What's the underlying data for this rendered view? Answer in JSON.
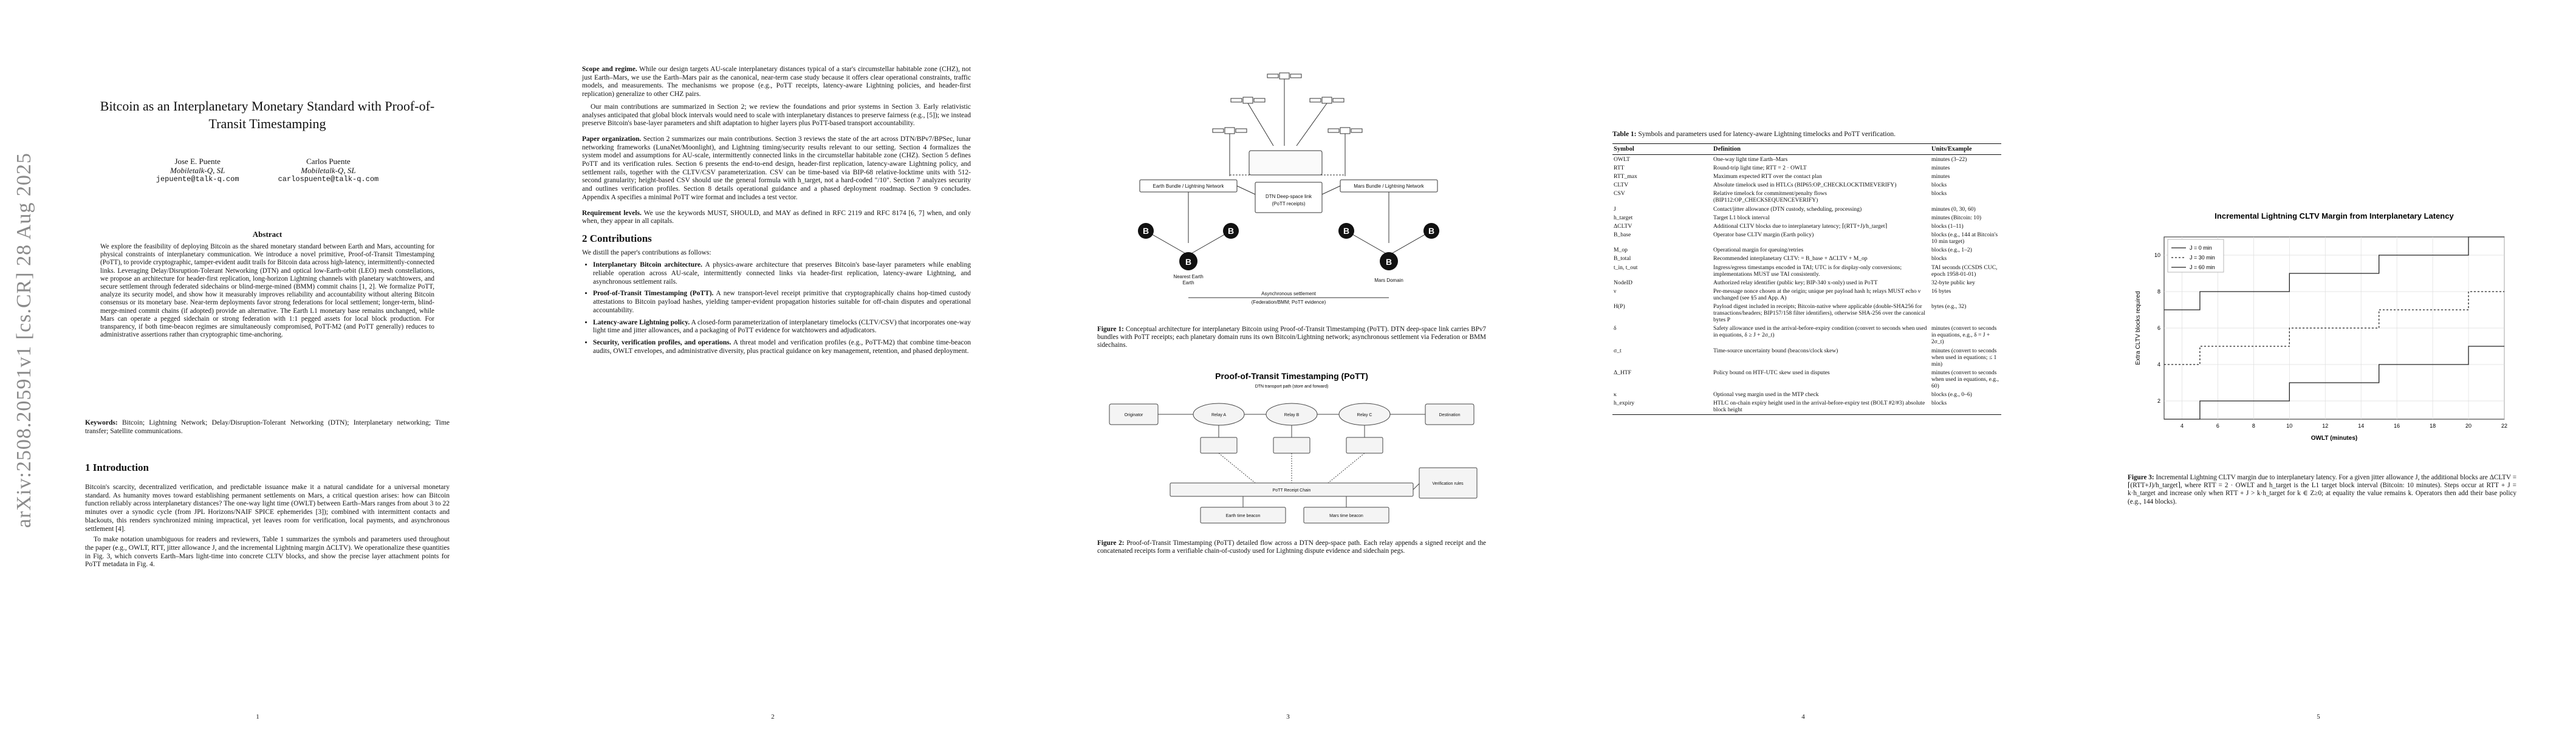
{
  "page1": {
    "arxiv_stamp": "arXiv:2508.20591v1  [cs.CR]  28 Aug 2025",
    "title": "Bitcoin as an Interplanetary Monetary Standard with Proof-of-Transit Timestamping",
    "authors": [
      {
        "name": "Jose E. Puente",
        "affiliation": "Mobiletalk-Q, SL",
        "email": "jepuente@talk-q.com"
      },
      {
        "name": "Carlos Puente",
        "affiliation": "Mobiletalk-Q, SL",
        "email": "carlospuente@talk-q.com"
      }
    ],
    "abstract_heading": "Abstract",
    "abstract": "We explore the feasibility of deploying Bitcoin as the shared monetary standard between Earth and Mars, accounting for physical constraints of interplanetary communication. We introduce a novel primitive, Proof-of-Transit Timestamping (PoTT), to provide cryptographic, tamper-evident audit trails for Bitcoin data across high-latency, intermittently-connected links. Leveraging Delay/Disruption-Tolerant Networking (DTN) and optical low-Earth-orbit (LEO) mesh constellations, we propose an architecture for header-first replication, long-horizon Lightning channels with planetary watchtowers, and secure settlement through federated sidechains or blind-merge-mined (BMM) commit chains [1, 2]. We formalize PoTT, analyze its security model, and show how it measurably improves reliability and accountability without altering Bitcoin consensus or its monetary base. Near-term deployments favor strong federations for local settlement; longer-term, blind-merge-mined commit chains (if adopted) provide an alternative. The Earth L1 monetary base remains unchanged, while Mars can operate a pegged sidechain or strong federation with 1:1 pegged assets for local block production. For transparency, if both time-beacon regimes are simultaneously compromised, PoTT-M2 (and PoTT generally) reduces to administrative assertions rather than cryptographic time-anchoring.",
    "keywords_label": "Keywords:",
    "keywords": "Bitcoin; Lightning Network; Delay/Disruption-Tolerant Networking (DTN); Interplanetary networking; Time transfer; Satellite communications.",
    "intro_heading": "1   Introduction",
    "intro_p1": "Bitcoin's scarcity, decentralized verification, and predictable issuance make it a natural candidate for a universal monetary standard. As humanity moves toward establishing permanent settlements on Mars, a critical question arises: how can Bitcoin function reliably across interplanetary distances? The one-way light time (OWLT) between Earth–Mars ranges from about 3 to 22 minutes over a synodic cycle (from JPL Horizons/NAIF SPICE ephemerides [3]); combined with intermittent contacts and blackouts, this renders synchronized mining impractical, yet leaves room for verification, local payments, and asynchronous settlement [4].",
    "intro_p2": "To make notation unambiguous for readers and reviewers, Table 1 summarizes the symbols and parameters used throughout the paper (e.g., OWLT, RTT, jitter allowance J, and the incremental Lightning margin ΔCLTV). We operationalize these quantities in Fig. 3, which converts Earth–Mars light-time into concrete CLTV blocks, and show the precise layer attachment points for PoTT metadata in Fig. 4.",
    "page_number": "1"
  },
  "page2": {
    "scope_label": "Scope and regime.",
    "scope": "While our design targets AU-scale interplanetary distances typical of a star's circumstellar habitable zone (CHZ), not just Earth–Mars, we use the Earth–Mars pair as the canonical, near-term case study because it offers clear operational constraints, traffic models, and measurements. The mechanisms we propose (e.g., PoTT receipts, latency-aware Lightning policies, and header-first replication) generalize to other CHZ pairs.",
    "scope2": "Our main contributions are summarized in Section 2; we review the foundations and prior systems in Section 3. Early relativistic analyses anticipated that global block intervals would need to scale with interplanetary distances to preserve fairness (e.g., [5]); we instead preserve Bitcoin's base-layer parameters and shift adaptation to higher layers plus PoTT-based transport accountability.",
    "org_label": "Paper organization.",
    "org": "Section 2 summarizes our main contributions. Section 3 reviews the state of the art across DTN/BPv7/BPSec, lunar networking frameworks (LunaNet/Moonlight), and Lightning timing/security results relevant to our setting. Section 4 formalizes the system model and assumptions for AU-scale, intermittently connected links in the circumstellar habitable zone (CHZ). Section 5 defines PoTT and its verification rules. Section 6 presents the end-to-end design, header-first replication, latency-aware Lightning policy, and settlement rails, together with the CLTV/CSV parameterization. CSV can be time-based via BIP-68 relative-locktime units with 512-second granularity; height-based CSV should use the general formula with h_target, not a hard-coded \"/10\". Section 7 analyzes security and outlines verification profiles. Section 8 details operational guidance and a phased deployment roadmap. Section 9 concludes. Appendix A specifies a minimal PoTT wire format and includes a test vector.",
    "req_label": "Requirement levels.",
    "req": "We use the keywords MUST, SHOULD, and MAY as defined in RFC 2119 and RFC 8174 [6, 7] when, and only when, they appear in all capitals.",
    "contrib_heading": "2   Contributions",
    "contrib_intro": "We distill the paper's contributions as follows:",
    "contributions": [
      {
        "label": "Interplanetary Bitcoin architecture.",
        "text": "A physics-aware architecture that preserves Bitcoin's base-layer parameters while enabling reliable operation across AU-scale, intermittently connected links via header-first replication, latency-aware Lightning, and asynchronous settlement rails."
      },
      {
        "label": "Proof-of-Transit Timestamping (PoTT).",
        "text": "A new transport-level receipt primitive that cryptographically chains hop-timed custody attestations to Bitcoin payload hashes, yielding tamper-evident propagation histories suitable for off-chain disputes and operational accountability."
      },
      {
        "label": "Latency-aware Lightning policy.",
        "text": "A closed-form parameterization of interplanetary timelocks (CLTV/CSV) that incorporates one-way light time and jitter allowances, and a packaging of PoTT evidence for watchtowers and adjudicators."
      },
      {
        "label": "Security, verification profiles, and operations.",
        "text": "A threat model and verification profiles (e.g., PoTT-M2) that combine time-beacon audits, OWLT envelopes, and administrative diversity, plus practical guidance on key management, retention, and phased deployment."
      }
    ],
    "page_number": "2"
  },
  "page3": {
    "fig1": {
      "earth_panel": "Earth Bundle / Lightning Network",
      "mars_panel": "Mars Bundle / Lightning Network",
      "center_box_title": "DTN Deep-space link",
      "center_box_sub": "(PoTT receipts)",
      "earth_label": "Earth",
      "mars_label": "Mars Domain",
      "earth_node": "Nearest Earth",
      "async_label": "Asynchronous settlement",
      "async_sub": "(Federation/BMM; PoTT evidence)",
      "caption_label": "Figure 1:",
      "caption": "Conceptual architecture for interplanetary Bitcoin using Proof-of-Transit Timestamping (PoTT). DTN deep-space link carries BPv7 bundles with PoTT receipts; each planetary domain runs its own Bitcoin/Lightning network; asynchronous settlement via Federation or BMM sidechains."
    },
    "fig2": {
      "title": "Proof-of-Transit Timestamping (PoTT)",
      "subtitle": "DTN transport path (store and forward)",
      "nodes": [
        "Originator",
        "Relay A",
        "Relay B",
        "Relay C",
        "Destination"
      ],
      "box_chain": "PoTT Receipt Chain",
      "box_verify": "Verification rules",
      "box_left": "Earth time beacon",
      "box_right": "Mars time beacon",
      "caption_label": "Figure 2:",
      "caption": "Proof-of-Transit Timestamping (PoTT) detailed flow across a DTN deep-space path. Each relay appends a signed receipt and the concatenated receipts form a verifiable chain-of-custody used for Lightning dispute evidence and sidechain pegs."
    },
    "page_number": "3"
  },
  "page4": {
    "table_caption_label": "Table 1:",
    "table_caption": "Symbols and parameters used for latency-aware Lightning timelocks and PoTT verification.",
    "headers": [
      "Symbol",
      "Definition",
      "Units/Example"
    ],
    "rows": [
      [
        "OWLT",
        "One-way light time Earth–Mars",
        "minutes (3–22)"
      ],
      [
        "RTT",
        "Round-trip light time; RTT = 2 · OWLT",
        "minutes"
      ],
      [
        "RTT_max",
        "Maximum expected RTT over the contact plan",
        "minutes"
      ],
      [
        "CLTV",
        "Absolute timelock used in HTLCs (BIP65:OP_CHECKLOCKTIMEVERIFY)",
        "blocks"
      ],
      [
        "CSV",
        "Relative timelock for commitment/penalty flows (BIP112:OP_CHECKSEQUENCEVERIFY)",
        "blocks"
      ],
      [
        "J",
        "Contact/jitter allowance (DTN custody, scheduling, processing)",
        "minutes (0, 30, 60)"
      ],
      [
        "h_target",
        "Target L1 block interval",
        "minutes (Bitcoin: 10)"
      ],
      [
        "ΔCLTV",
        "Additional CLTV blocks due to interplanetary latency; ⌈(RTT+J)/h_target⌉",
        "blocks (1–11)"
      ],
      [
        "B_base",
        "Operator base CLTV margin (Earth policy)",
        "blocks (e.g., 144 at Bitcoin's 10 min target)"
      ],
      [
        "M_op",
        "Operational margin for queuing/retries",
        "blocks (e.g., 1–2)"
      ],
      [
        "B_total",
        "Recommended interplanetary CLTV: = B_base + ΔCLTV + M_op",
        "blocks"
      ],
      [
        "t_in, t_out",
        "Ingress/egress timestamps encoded in TAI; UTC is for display-only conversions; implementations MUST use TAI consistently.",
        "TAI seconds (CCSDS CUC, epoch 1958-01-01)"
      ],
      [
        "NodeID",
        "Authorized relay identifier (public key; BIP-340 x-only) used in PoTT",
        "32-byte public key"
      ],
      [
        "ν",
        "Per-message nonce chosen at the origin; unique per payload hash h; relays MUST echo ν unchanged (see §5 and App. A)",
        "16 bytes"
      ],
      [
        "H(P)",
        "Payload digest included in receipts; Bitcoin-native where applicable (double-SHA256 for transactions/headers; BIP157/158 filter identifiers), otherwise SHA-256 over the canonical bytes P",
        "bytes (e.g., 32)"
      ],
      [
        "δ",
        "Safety allowance used in the arrival-before-expiry condition (convert to seconds when used in equations, δ ≥ J + 2σ_t)",
        "minutes (convert to seconds in equations, e.g., δ = J + 2σ_t)"
      ],
      [
        "σ_t",
        "Time-source uncertainty bound (beacons/clock skew)",
        "minutes (convert to seconds when used in equations; ≤ 1 min)"
      ],
      [
        "Δ_HTF",
        "Policy bound on HTF-UTC skew used in disputes",
        "minutes (convert to seconds when used in equations, e.g., 60)"
      ],
      [
        "κ",
        "Optional vseg margin used in the MTP check",
        "blocks (e.g., 0–6)"
      ],
      [
        "h_expiry",
        "HTLC on-chain expiry height used in the arrival-before-expiry test (BOLT #2/#3) absolute block height",
        "blocks"
      ]
    ],
    "page_number": "4"
  },
  "page5": {
    "chart_data": {
      "type": "line",
      "title": "Incremental Lightning CLTV Margin from Interplanetary Latency",
      "xlabel": "OWLT (minutes)",
      "ylabel": "Extra CLTV blocks required",
      "xlim": [
        3,
        22
      ],
      "ylim": [
        1,
        11
      ],
      "x_ticks": [
        4,
        6,
        8,
        10,
        12,
        14,
        16,
        18,
        20,
        22
      ],
      "y_ticks": [
        2,
        4,
        6,
        8,
        10
      ],
      "grid": true,
      "legend_position": "top-left",
      "series": [
        {
          "name": "J = 0 min",
          "style": "solid",
          "x": [
            3,
            5,
            5,
            10,
            10,
            15,
            15,
            20,
            20,
            22
          ],
          "y": [
            1,
            1,
            2,
            2,
            3,
            3,
            4,
            4,
            5,
            5
          ]
        },
        {
          "name": "J = 30 min",
          "style": "dotted",
          "x": [
            3,
            5,
            5,
            10,
            10,
            15,
            15,
            20,
            20,
            22
          ],
          "y": [
            4,
            4,
            5,
            5,
            6,
            6,
            7,
            7,
            8,
            8
          ]
        },
        {
          "name": "J = 60 min",
          "style": "solid",
          "x": [
            3,
            5,
            5,
            10,
            10,
            15,
            15,
            20,
            20,
            22
          ],
          "y": [
            7,
            7,
            8,
            8,
            9,
            9,
            10,
            10,
            11,
            11
          ]
        }
      ]
    },
    "caption_label": "Figure 3:",
    "caption": "Incremental Lightning CLTV margin due to interplanetary latency. For a given jitter allowance J, the additional blocks are ΔCLTV = ⌈(RTT+J)/h_target⌉, where RTT = 2 · OWLT and h_target is the L1 target block interval (Bitcoin: 10 minutes). Steps occur at RTT + J = k·h_target and increase only when RTT + J > k·h_target for k ∈ Z≥0; at equality the value remains k. Operators then add their base policy (e.g., 144 blocks).",
    "page_number": "5"
  }
}
